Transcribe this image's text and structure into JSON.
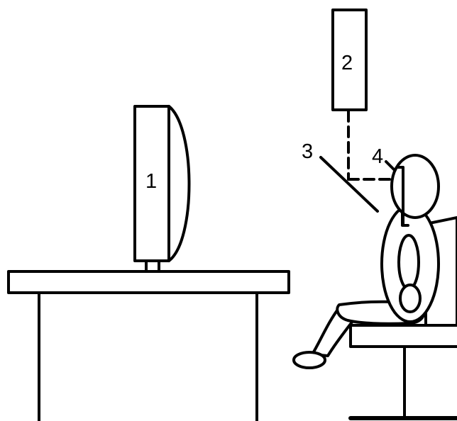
{
  "labels": {
    "monitor": "1",
    "overhead_device": "2",
    "pointer_3": "3",
    "pointer_4": "4"
  },
  "colors": {
    "stroke": "#000000",
    "background": "#ffffff"
  }
}
